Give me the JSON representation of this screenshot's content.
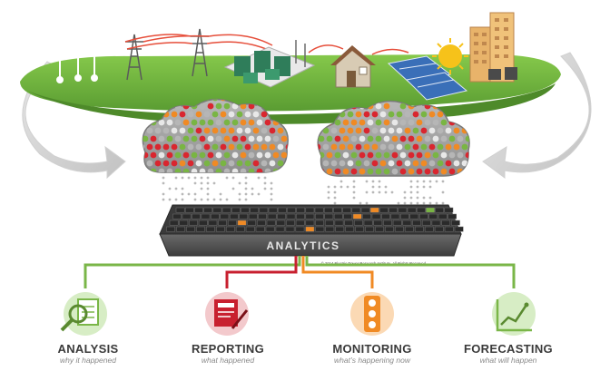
{
  "center": {
    "label": "ANALYTICS",
    "copyright": "© 2014 Electric Power Research Institute. All Rights Reserved."
  },
  "outcomes": [
    {
      "title": "ANALYSIS",
      "subtitle": "why it happened",
      "color": "#7ab648",
      "icon": "magnifier-document-icon"
    },
    {
      "title": "REPORTING",
      "subtitle": "what happened",
      "color": "#c8202f",
      "icon": "report-pen-icon"
    },
    {
      "title": "MONITORING",
      "subtitle": "what’s happening now",
      "color": "#f08a24",
      "icon": "traffic-light-icon"
    },
    {
      "title": "FORECASTING",
      "subtitle": "what will happen",
      "color": "#7ab648",
      "icon": "trend-chart-icon"
    }
  ],
  "colors": {
    "land": "#7cc242",
    "land_edge": "#4e8a2a",
    "cloud": "#9c9c9c",
    "panel": "#555555",
    "dots": [
      "#d9262f",
      "#f08a24",
      "#79b543",
      "#e8e8e8",
      "#b6b6b6"
    ]
  }
}
